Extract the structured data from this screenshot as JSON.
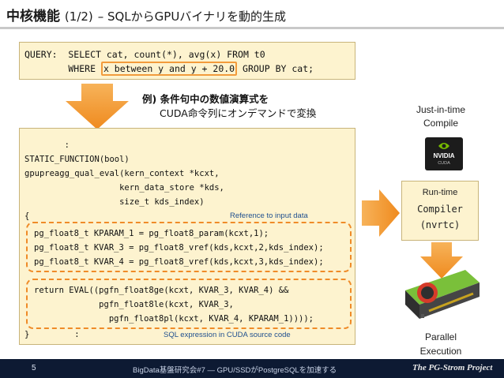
{
  "title": {
    "main": "中核機能",
    "paren": "(1/2)",
    "rest": "– SQLからGPUバイナリを動的生成"
  },
  "query": {
    "line1": "QUERY:  SELECT cat, count(*), avg(x) FROM t0",
    "line2_pre": "        WHERE ",
    "line2_hl": "x between y and y + 20.0",
    "line2_post": " GROUP BY cat;"
  },
  "note": {
    "line1": "例) 条件句中の数値演算式を",
    "line2": "CUDA命令列にオンデマンドで変換"
  },
  "code": {
    "lines_top": [
      "        :",
      "STATIC_FUNCTION(bool)",
      "gpupreagg_qual_eval(kern_context *kcxt,",
      "                   kern_data_store *kds,",
      "                   size_t kds_index)",
      "{"
    ],
    "ref_lines": [
      "pg_float8_t KPARAM_1 = pg_float8_param(kcxt,1);",
      "pg_float8_t KVAR_3 = pg_float8_vref(kds,kcxt,2,kds_index);",
      "pg_float8_t KVAR_4 = pg_float8_vref(kds,kcxt,3,kds_index);"
    ],
    "expr_lines": [
      "return EVAL((pgfn_float8ge(kcxt, KVAR_3, KVAR_4) &&",
      "             pgfn_float8le(kcxt, KVAR_3,",
      "               pgfn_float8pl(kcxt, KVAR_4, KPARAM_1))));"
    ],
    "close_line": "}         :",
    "annotation_ref": "Reference to input data",
    "annotation_sql": "SQL expression in CUDA source code"
  },
  "right": {
    "jit_line1": "Just-in-time",
    "jit_line2": "Compile",
    "chip_brand": "NVIDIA",
    "chip_sub": "CUDA",
    "runtime_line1": "Run-time",
    "runtime_line2": "Compiler",
    "runtime_line3": "(nvrtc)",
    "exec_line1": "Parallel",
    "exec_line2": "Execution"
  },
  "footer": {
    "page": "5",
    "text": "BigData基盤研究会#7 ― GPU/SSDがPostgreSQLを加速する",
    "brand": "The PG-Strom Project"
  },
  "colors": {
    "accent_orange": "#f29b3c",
    "box_fill": "#fdf3cf",
    "footer_bg": "#0d1a33",
    "annotation_blue": "#1f4f8f"
  }
}
